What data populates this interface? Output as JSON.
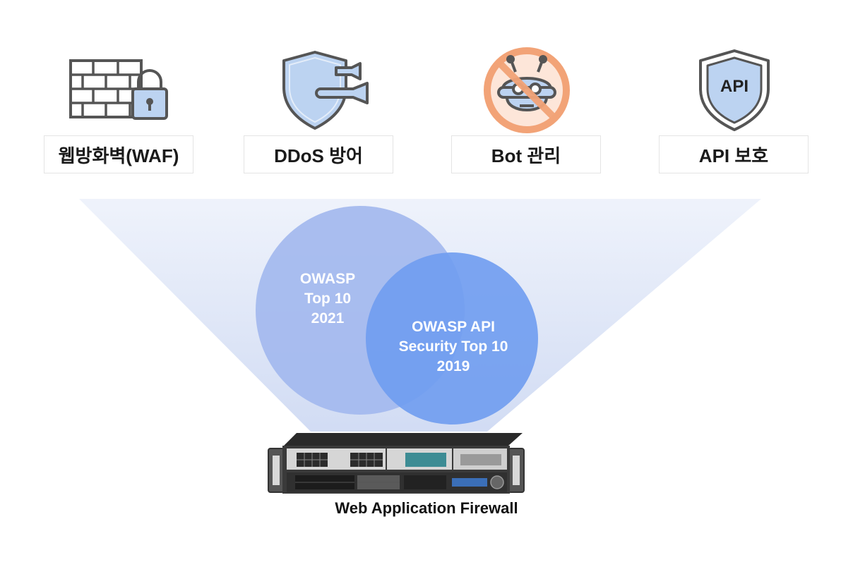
{
  "features": [
    {
      "label": "웹방화벽(WAF)",
      "icon": "brick-wall-lock-icon"
    },
    {
      "label": "DDoS 방어",
      "icon": "shield-missile-icon"
    },
    {
      "label": "Bot 관리",
      "icon": "no-bot-icon"
    },
    {
      "label": "API 보호",
      "icon": "api-shield-icon"
    }
  ],
  "api_shield_text": "API",
  "venn": {
    "left": {
      "lines": [
        "OWASP",
        "Top 10",
        "2021"
      ],
      "color": "#a3b9ee"
    },
    "right": {
      "lines": [
        "OWASP API",
        "Security Top 10",
        "2019"
      ],
      "color": "#6f9cf0"
    }
  },
  "device": {
    "label": "Web Application Firewall"
  },
  "colors": {
    "icon_stroke": "#555555",
    "icon_fill": "#bcd3f1",
    "prohibit": "#f2a377",
    "beam": "#dde5f7"
  }
}
